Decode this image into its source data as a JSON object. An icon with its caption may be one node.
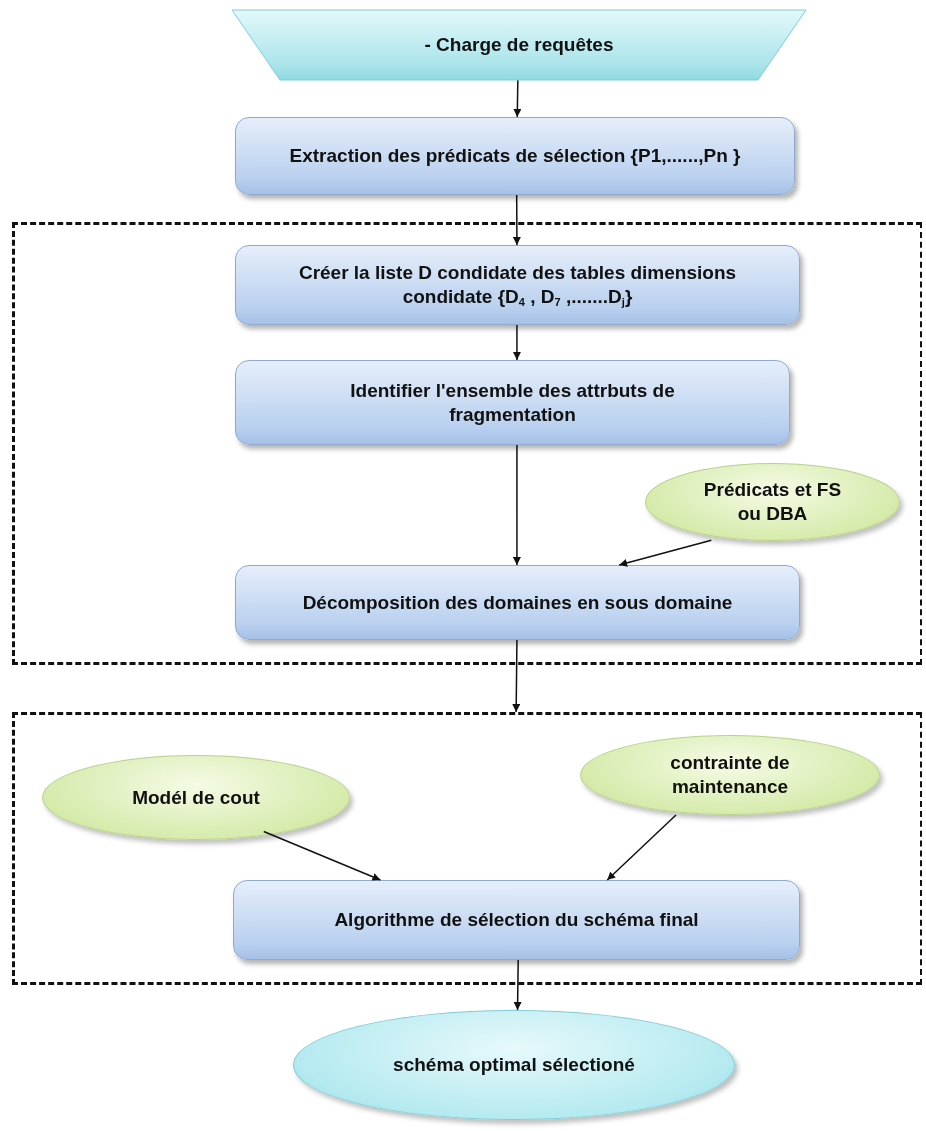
{
  "diagram": {
    "nodes": [
      {
        "text": [
          "- Charge de requêtes"
        ]
      },
      {
        "text": [
          "Extraction des prédicats de sélection {P1,......,Pn }"
        ]
      },
      {
        "text": [],
        "shape": "box"
      },
      {
        "text": [
          "Créer la liste D condidate des tables dimensions condidate {D$_{4}$ , D$_{7}$ ,.......D$_{j}$}"
        ],
        "in": 2
      },
      {
        "text": [
          "Identifier l'ensemble des attrbuts de fragmentation"
        ],
        "in": 2
      },
      {
        "text": [
          "Prédicats et FS ou DBA"
        ],
        "in": 2
      },
      {
        "text": [
          "Décomposition des domaines en sous domaine"
        ],
        "in": 2
      },
      {
        "text": [],
        "shape": "box"
      },
      {
        "text": [
          "Modél de cout"
        ],
        "in": 7
      },
      {
        "text": [
          "contrainte de maintenance"
        ],
        "in": 7
      },
      {
        "text": [
          "Algorithme de sélection du schéma final"
        ],
        "in": 7
      },
      {
        "text": [
          "schéma optimal sélectioné"
        ]
      }
    ],
    "edges": [
      {
        "from": 0,
        "to": 1,
        "arrow": "to"
      },
      {
        "from": 1,
        "to": 3,
        "arrow": "to"
      },
      {
        "from": 3,
        "to": 4,
        "arrow": "to"
      },
      {
        "from": 4,
        "to": 6,
        "arrow": "to"
      },
      {
        "from": 5,
        "to": 6,
        "arrow": "to"
      },
      {
        "from": 6,
        "to": 7,
        "arrow": "to"
      },
      {
        "from": 8,
        "to": 10,
        "arrow": "to"
      },
      {
        "from": 9,
        "to": 10,
        "arrow": "to"
      },
      {
        "from": 10,
        "to": 11,
        "arrow": "to"
      }
    ]
  }
}
